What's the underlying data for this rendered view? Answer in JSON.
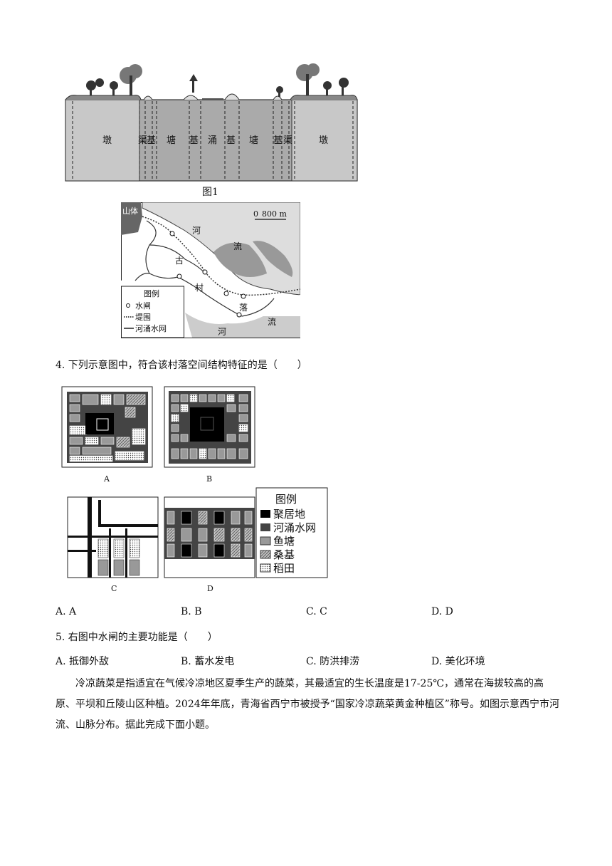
{
  "figure1": {
    "caption": "图1",
    "labels": [
      "墩",
      "渠",
      "基",
      "塘",
      "基",
      "涌",
      "基",
      "塘",
      "基",
      "渠",
      "墩"
    ]
  },
  "map": {
    "mountain": "山体",
    "scale": "0",
    "scale_end": "800 m",
    "river_top": [
      "河",
      "流"
    ],
    "village": [
      "古",
      "村",
      "落"
    ],
    "river_bottom": [
      "河",
      "流"
    ],
    "legend_title": "图例",
    "legend_items": [
      "水闸",
      "堤围",
      "河涌水网"
    ]
  },
  "q4": {
    "text": "4. 下列示意图中，符合该村落空间结构特征的是（　　）",
    "panels": [
      "A",
      "B",
      "C",
      "D"
    ],
    "legend_title": "图例",
    "legend_items": [
      "聚居地",
      "河涌水网",
      "鱼塘",
      "桑基",
      "稻田"
    ],
    "options": [
      "A. A",
      "B. B",
      "C. C",
      "D. D"
    ]
  },
  "q5": {
    "text": "5. 右图中水闸的主要功能是（　　）",
    "options": [
      "A. 抵御外敌",
      "B. 蓄水发电",
      "C. 防洪排涝",
      "D. 美化环境"
    ]
  },
  "paragraph": "冷凉蔬菜是指适宜在气候冷凉地区夏季生产的蔬菜，其最适宜的生长温度是17-25℃，通常在海拔较高的高原、平坝和丘陵山区种植。2024年年底，青海省西宁市被授予“国家冷凉蔬菜黄金种植区”称号。如图示意西宁市河流、山脉分布。据此完成下面小题。"
}
